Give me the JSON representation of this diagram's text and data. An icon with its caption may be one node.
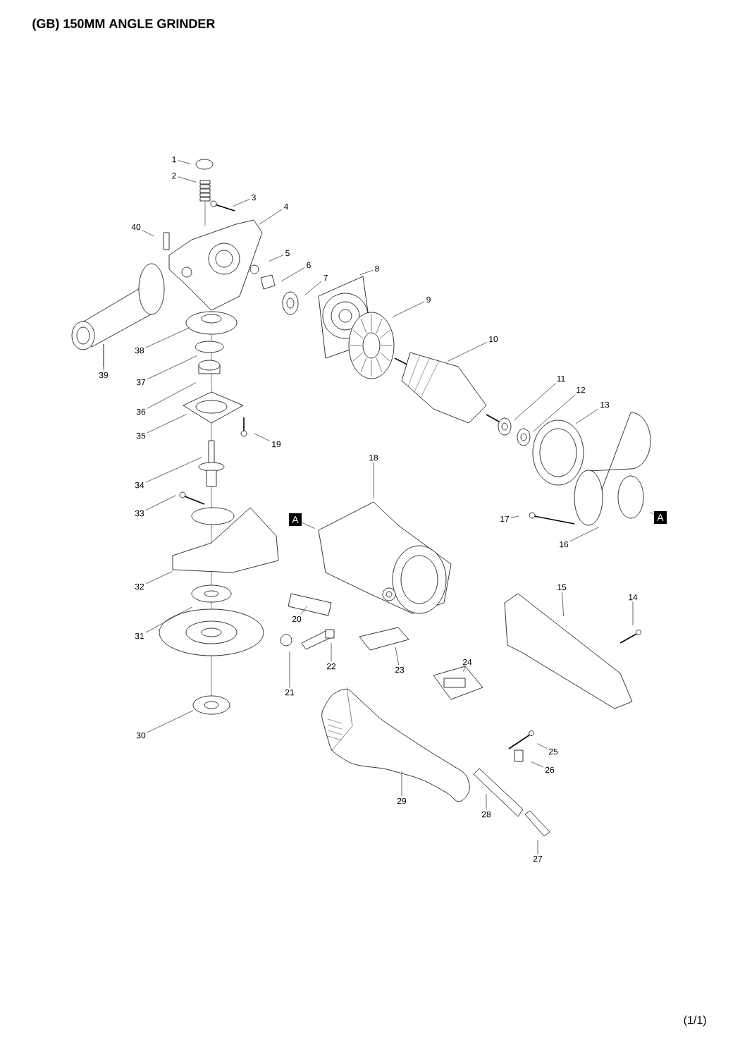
{
  "diagram": {
    "title": "(GB) 150MM ANGLE GRINDER",
    "nodes": [
      {
        "text": [
          "1"
        ]
      },
      {
        "text": [
          "2"
        ]
      },
      {
        "text": [
          "3"
        ]
      },
      {
        "text": [
          "4"
        ]
      },
      {
        "text": [
          "5"
        ]
      },
      {
        "text": [
          "6"
        ]
      },
      {
        "text": [
          "7"
        ]
      },
      {
        "text": [
          "8"
        ]
      },
      {
        "text": [
          "9"
        ]
      },
      {
        "text": [
          "10"
        ]
      },
      {
        "text": [
          "11"
        ]
      },
      {
        "text": [
          "12"
        ]
      },
      {
        "text": [
          "13"
        ]
      },
      {
        "text": [
          "14"
        ]
      },
      {
        "text": [
          "15"
        ]
      },
      {
        "text": [
          "16"
        ]
      },
      {
        "text": [
          "17"
        ]
      },
      {
        "text": [
          "18"
        ]
      },
      {
        "text": [
          "19"
        ]
      },
      {
        "text": [
          "20"
        ]
      },
      {
        "text": [
          "21"
        ]
      },
      {
        "text": [
          "22"
        ]
      },
      {
        "text": [
          "23"
        ]
      },
      {
        "text": [
          "24"
        ]
      },
      {
        "text": [
          "25"
        ]
      },
      {
        "text": [
          "26"
        ]
      },
      {
        "text": [
          "27"
        ]
      },
      {
        "text": [
          "28"
        ]
      },
      {
        "text": [
          "29"
        ]
      },
      {
        "text": [
          "30"
        ]
      },
      {
        "text": [
          "31"
        ]
      },
      {
        "text": [
          "32"
        ]
      },
      {
        "text": [
          "33"
        ]
      },
      {
        "text": [
          "34"
        ]
      },
      {
        "text": [
          "35"
        ]
      },
      {
        "text": [
          "36"
        ]
      },
      {
        "text": [
          "37"
        ]
      },
      {
        "text": [
          "38"
        ]
      },
      {
        "text": [
          "39"
        ]
      },
      {
        "text": [
          "40"
        ]
      },
      {
        "text": [
          "A"
        ]
      },
      {
        "text": [
          "A"
        ]
      }
    ],
    "edges": [
      {
        "from": 0,
        "to": null,
        "arrow": "none"
      },
      {
        "from": 1,
        "to": null,
        "arrow": "none"
      },
      {
        "from": 2,
        "to": null,
        "arrow": "none"
      },
      {
        "from": 3,
        "to": null,
        "arrow": "none"
      },
      {
        "from": 4,
        "to": null,
        "arrow": "none"
      },
      {
        "from": 5,
        "to": null,
        "arrow": "none"
      },
      {
        "from": 6,
        "to": null,
        "arrow": "none"
      },
      {
        "from": 7,
        "to": null,
        "arrow": "none"
      },
      {
        "from": 8,
        "to": null,
        "arrow": "none"
      },
      {
        "from": 9,
        "to": null,
        "arrow": "none"
      },
      {
        "from": 10,
        "to": null,
        "arrow": "none"
      },
      {
        "from": 11,
        "to": null,
        "arrow": "none"
      },
      {
        "from": 12,
        "to": null,
        "arrow": "none"
      },
      {
        "from": 13,
        "to": null,
        "arrow": "none"
      },
      {
        "from": 14,
        "to": null,
        "arrow": "none"
      },
      {
        "from": 15,
        "to": null,
        "arrow": "none"
      },
      {
        "from": 16,
        "to": null,
        "arrow": "none"
      },
      {
        "from": 17,
        "to": null,
        "arrow": "none"
      },
      {
        "from": 18,
        "to": null,
        "arrow": "none"
      },
      {
        "from": 19,
        "to": null,
        "arrow": "none"
      },
      {
        "from": 20,
        "to": null,
        "arrow": "none"
      },
      {
        "from": 21,
        "to": null,
        "arrow": "none"
      },
      {
        "from": 22,
        "to": null,
        "arrow": "none"
      },
      {
        "from": 23,
        "to": null,
        "arrow": "none"
      },
      {
        "from": 24,
        "to": null,
        "arrow": "none"
      },
      {
        "from": 25,
        "to": null,
        "arrow": "none"
      },
      {
        "from": 26,
        "to": null,
        "arrow": "none"
      },
      {
        "from": 27,
        "to": null,
        "arrow": "none"
      },
      {
        "from": 28,
        "to": null,
        "arrow": "none"
      },
      {
        "from": 29,
        "to": null,
        "arrow": "none"
      },
      {
        "from": 30,
        "to": null,
        "arrow": "none"
      },
      {
        "from": 31,
        "to": null,
        "arrow": "none"
      },
      {
        "from": 32,
        "to": null,
        "arrow": "none"
      },
      {
        "from": 33,
        "to": null,
        "arrow": "none"
      },
      {
        "from": 34,
        "to": null,
        "arrow": "none"
      },
      {
        "from": 35,
        "to": null,
        "arrow": "none"
      },
      {
        "from": 36,
        "to": null,
        "arrow": "none"
      },
      {
        "from": 37,
        "to": null,
        "arrow": "none"
      },
      {
        "from": 38,
        "to": null,
        "arrow": "none"
      },
      {
        "from": 39,
        "to": null,
        "arrow": "none"
      },
      {
        "from": 40,
        "to": null,
        "arrow": "none"
      },
      {
        "from": 41,
        "to": null,
        "arrow": "none"
      }
    ],
    "labels": [
      "(1/1)"
    ]
  }
}
